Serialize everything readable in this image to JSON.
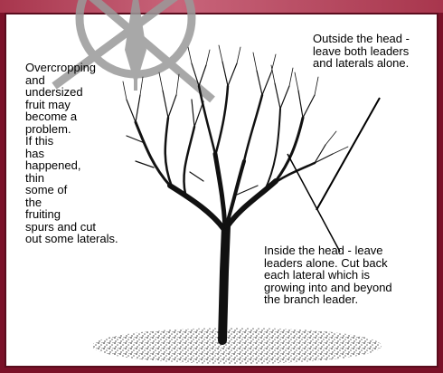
{
  "annotations": {
    "left": "Overcropping\nand\nundersized\nfruit may\nbecome a\nproblem.\nIf this\nhas\nhappened,\nthin\nsome of\nthe\nfruiting\nspurs and cut\nout some laterals.",
    "top_right": "Outside the head -\nleave both leaders\nand laterals alone.",
    "bottom_right": "Inside the head - leave\nleaders alone.  Cut back\neach lateral which is\ngrowing into and beyond\nthe branch leader."
  },
  "colors": {
    "frame": "#7a1128",
    "tree": "#111111",
    "watermark": "#9a9a9a"
  },
  "icons": {
    "watermark": "compass-rose-icon"
  }
}
